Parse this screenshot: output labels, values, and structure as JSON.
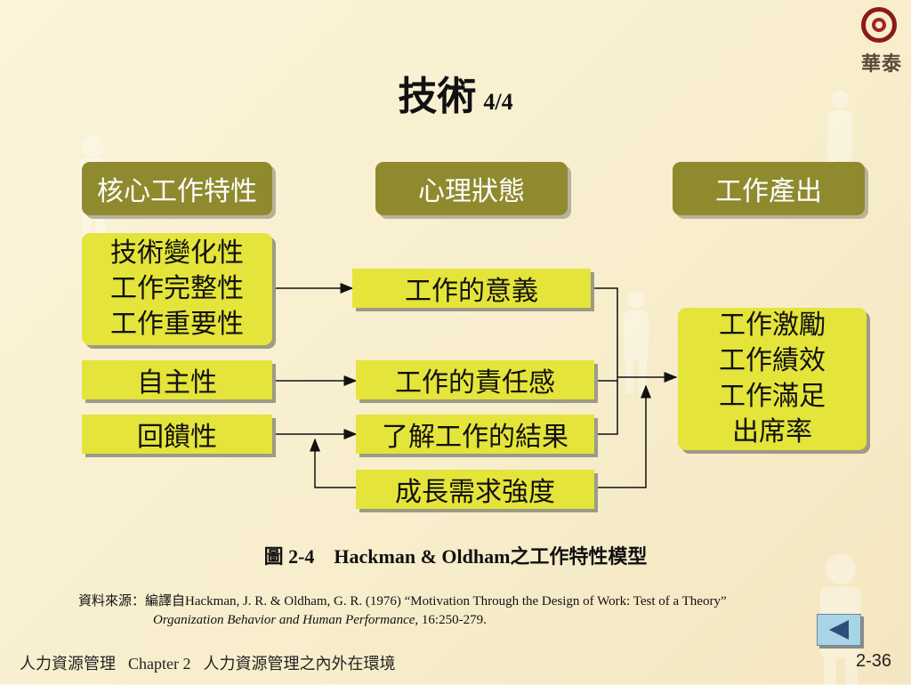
{
  "logo": {
    "text": "華泰"
  },
  "title": {
    "main": "技術",
    "sub": "4/4"
  },
  "headers": [
    "核心工作特性",
    "心理狀態",
    "工作產出"
  ],
  "characteristics": {
    "group": [
      "技術變化性",
      "工作完整性",
      "工作重要性"
    ],
    "autonomy": "自主性",
    "feedback": "回饋性"
  },
  "states": [
    "工作的意義",
    "工作的責任感",
    "了解工作的結果"
  ],
  "moderator": "成長需求強度",
  "outcomes": [
    "工作激勵",
    "工作績效",
    "工作滿足",
    "出席率"
  ],
  "figure_caption": "圖 2-4　Hackman & Oldham之工作特性模型",
  "source": {
    "line1": "資料來源：編譯自Hackman, J. R. & Oldham, G. R. (1976) “Motivation Through the Design of Work: Test of a Theory”",
    "line2_italic": "Organization Behavior and Human  Performance,",
    "line2_rest": " 16:250-279."
  },
  "footer": {
    "left": "人力資源管理",
    "chapter": "Chapter 2",
    "right": "人力資源管理之內外在環境",
    "page": "2-36"
  },
  "nav": {
    "back_icon": "left-triangle-icon"
  }
}
